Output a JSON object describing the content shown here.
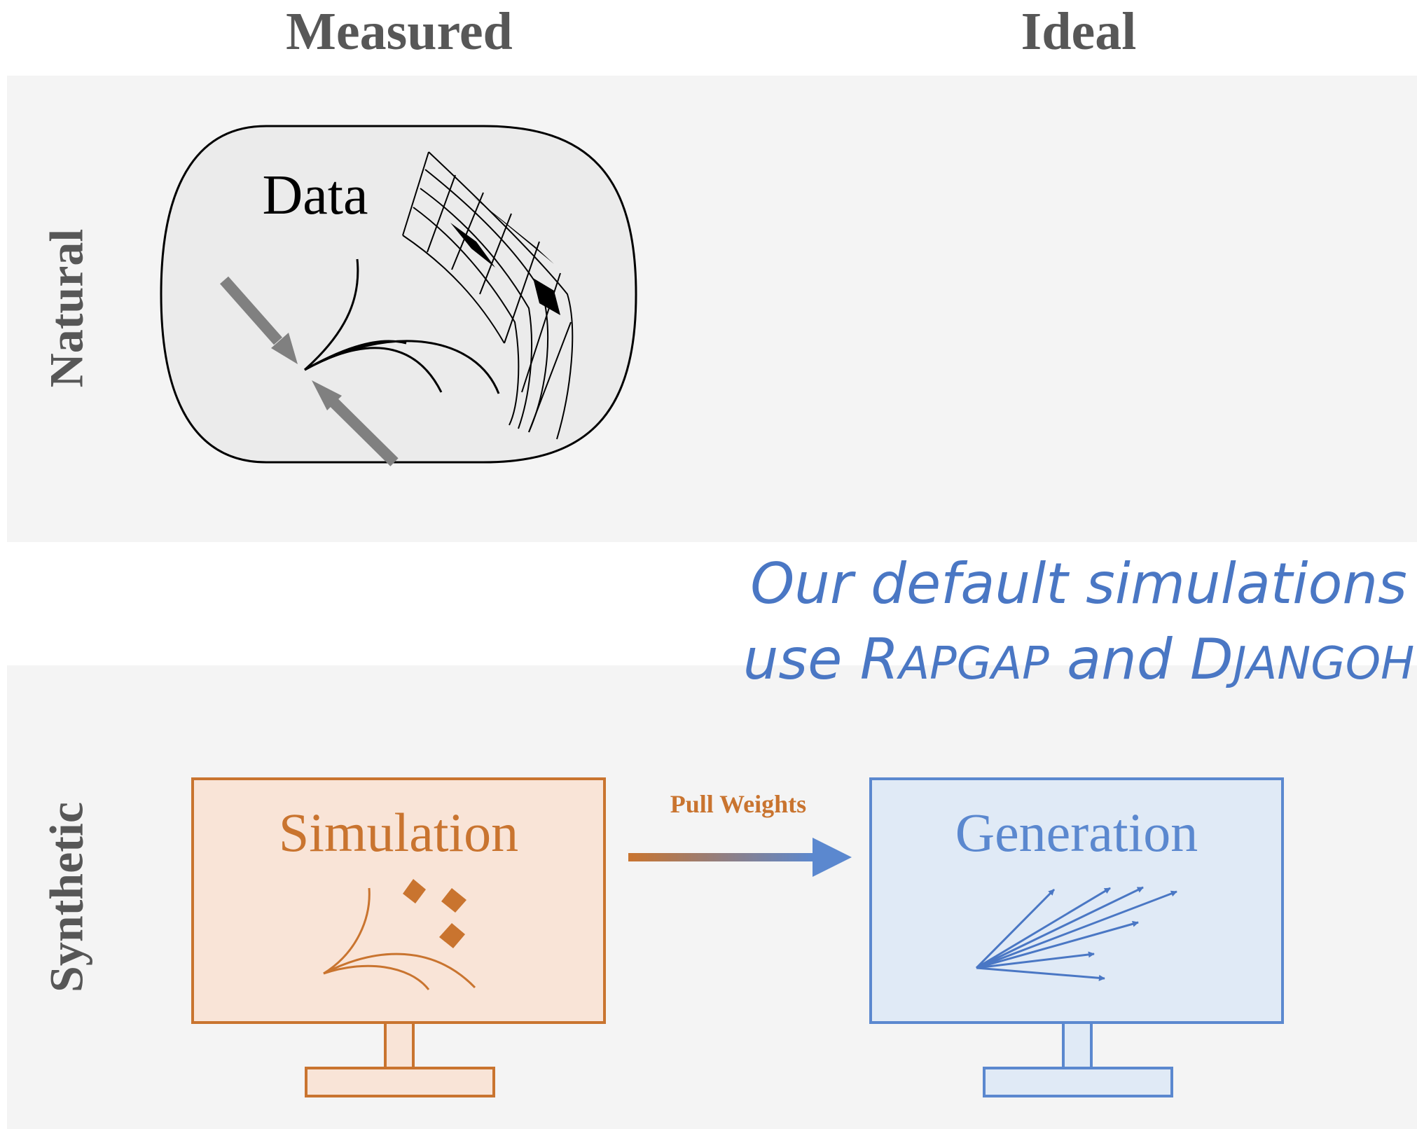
{
  "headers": {
    "measured": "Measured",
    "ideal": "Ideal"
  },
  "rows": {
    "natural": "Natural",
    "synthetic": "Synthetic"
  },
  "data_blob": {
    "label": "Data"
  },
  "note": {
    "line1": "Our default simulations",
    "line2_prefix": "use ",
    "rapgap_initial": "R",
    "rapgap_rest": "APGAP",
    "line2_mid": " and ",
    "djangoh_initial": "D",
    "djangoh_rest": "JANGOH"
  },
  "simulation": {
    "label": "Simulation"
  },
  "generation": {
    "label": "Generation"
  },
  "arrow": {
    "label": "Pull Weights"
  },
  "colors": {
    "orange": "#c9742f",
    "orange_fill": "#f9e4d7",
    "blue": "#5b88cf",
    "blue_fill": "#e0eaf6",
    "note_blue": "#4a77c4",
    "header_gray": "#575757",
    "panel_gray": "#f4f4f4"
  }
}
